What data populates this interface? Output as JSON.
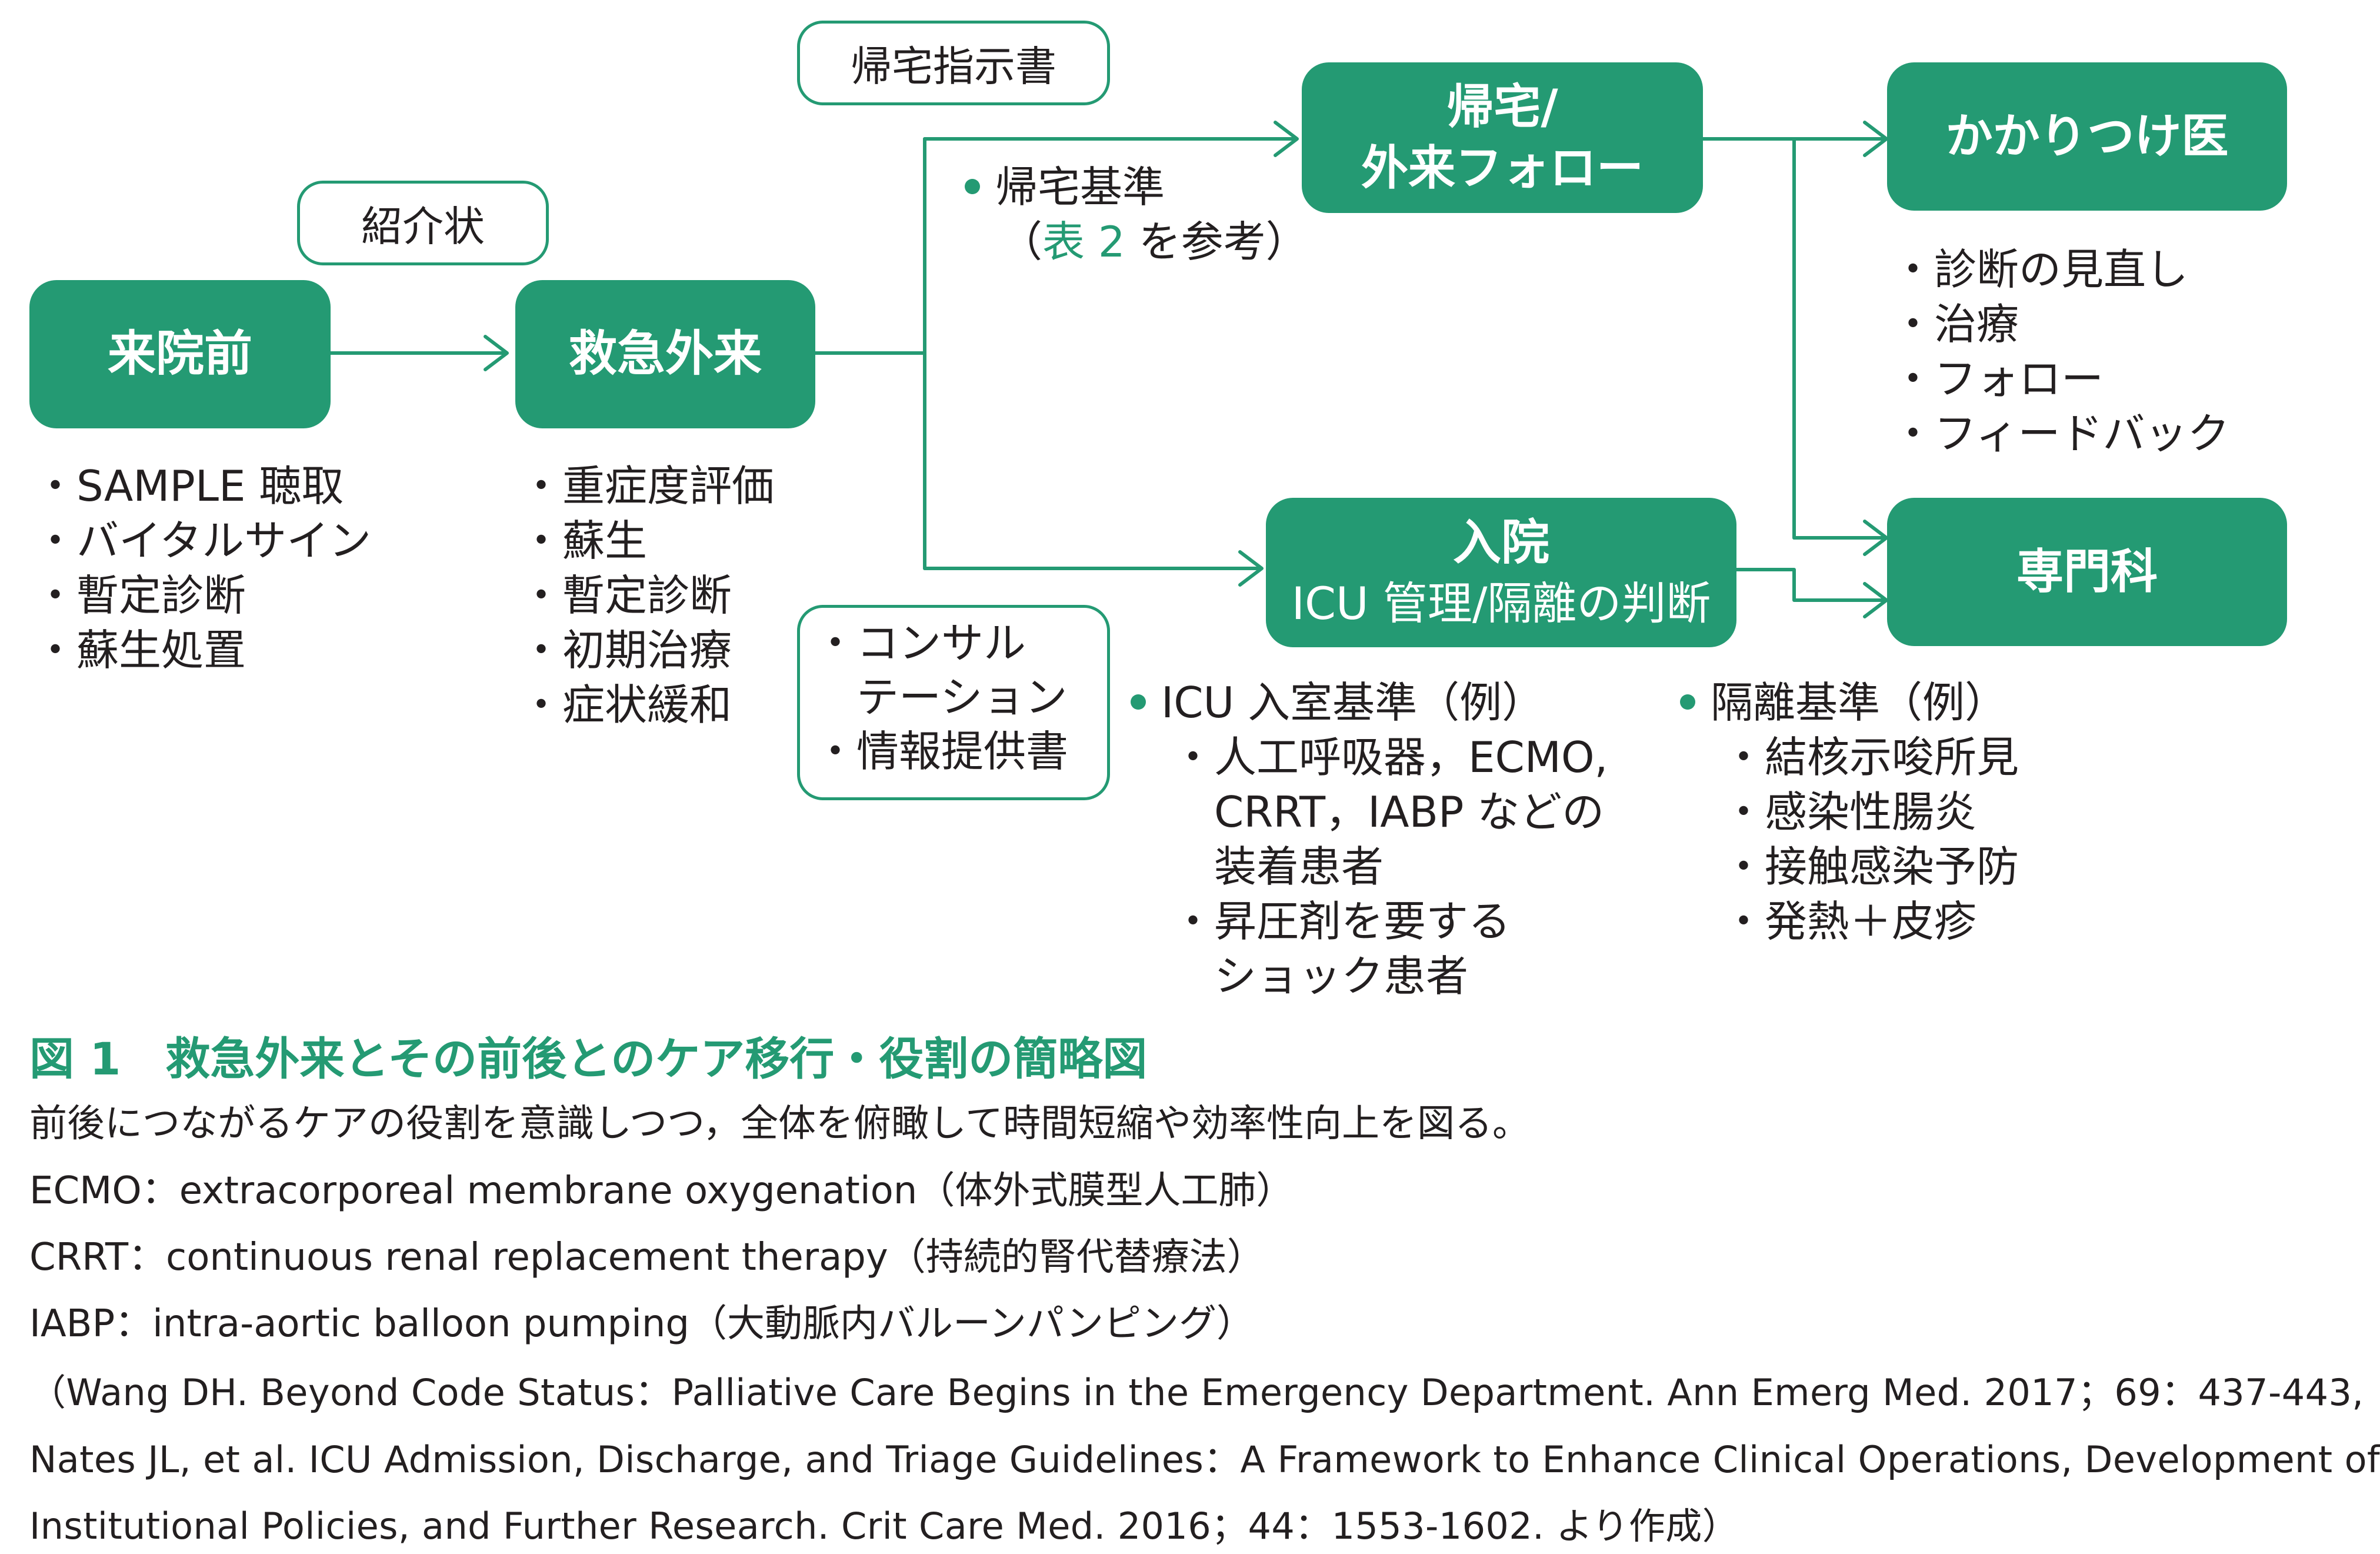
{
  "nodes": {
    "pre_hospital": {
      "lines": [
        "来院前"
      ]
    },
    "emergency_outpatient": {
      "lines": [
        "救急外来"
      ]
    },
    "discharge_followup": {
      "lines": [
        "帰宅/",
        "外来フォロー"
      ]
    },
    "admission": {
      "lines": [
        "入院",
        "ICU 管理/隔離の判断"
      ]
    },
    "family_doctor": {
      "lines": [
        "かかりつけ医"
      ]
    },
    "specialist": {
      "lines": [
        "専門科"
      ]
    }
  },
  "tags": {
    "referral_letter": "紹介状",
    "discharge_instructions": "帰宅指示書",
    "consult_box": [
      "・コンサル",
      "　テーション",
      "・情報提供書"
    ]
  },
  "lists": {
    "pre_hospital_items": [
      "・SAMPLE 聴取",
      "・バイタルサイン",
      "・暫定診断",
      "・蘇生処置"
    ],
    "emergency_items": [
      "・重症度評価",
      "・蘇生",
      "・暫定診断",
      "・初期治療",
      "・症状緩和"
    ],
    "family_doctor_items": [
      "・診断の見直し",
      "・治療",
      "・フォロー",
      "・フィードバック"
    ]
  },
  "discharge_criteria": {
    "head": "帰宅基準",
    "note_prefix": "（",
    "note_link": "表 2",
    "note_suffix": " を参考）"
  },
  "icu_criteria": {
    "head": "ICU 入室基準（例）",
    "items": [
      "・人工呼吸器，ECMO,",
      "　CRRT，IABP などの",
      "　装着患者",
      "・昇圧剤を要する",
      "　ショック患者"
    ]
  },
  "isolation_criteria": {
    "head": "隔離基準（例）",
    "items": [
      "・結核示唆所見",
      "・感染性腸炎",
      "・接触感染予防",
      "・発熱＋皮疹"
    ]
  },
  "caption": {
    "title": "図 1　救急外来とその前後とのケア移行・役割の簡略図",
    "lines": [
      "前後につながるケアの役割を意識しつつ，全体を俯瞰して時間短縮や効率性向上を図る。",
      "ECMO：extracorporeal membrane oxygenation（体外式膜型人工肺）",
      "CRRT：continuous renal replacement therapy（持続的腎代替療法）",
      "IABP：intra-aortic balloon pumping（大動脈内バルーンパンピング）"
    ],
    "references": [
      "（Wang DH.  Beyond Code Status：Palliative Care Begins in the Emergency Department. Ann Emerg Med.  2017；69：437-443,",
      "Nates JL, et al.  ICU Admission, Discharge, and Triage Guidelines：A Framework to Enhance Clinical Operations, Development of",
      "Institutional Policies, and Further Research.  Crit Care Med.  2016；44：1553-1602.  より作成）"
    ]
  },
  "colors": {
    "accent": "#249a73",
    "text": "#231f20",
    "background": "#ffffff"
  }
}
